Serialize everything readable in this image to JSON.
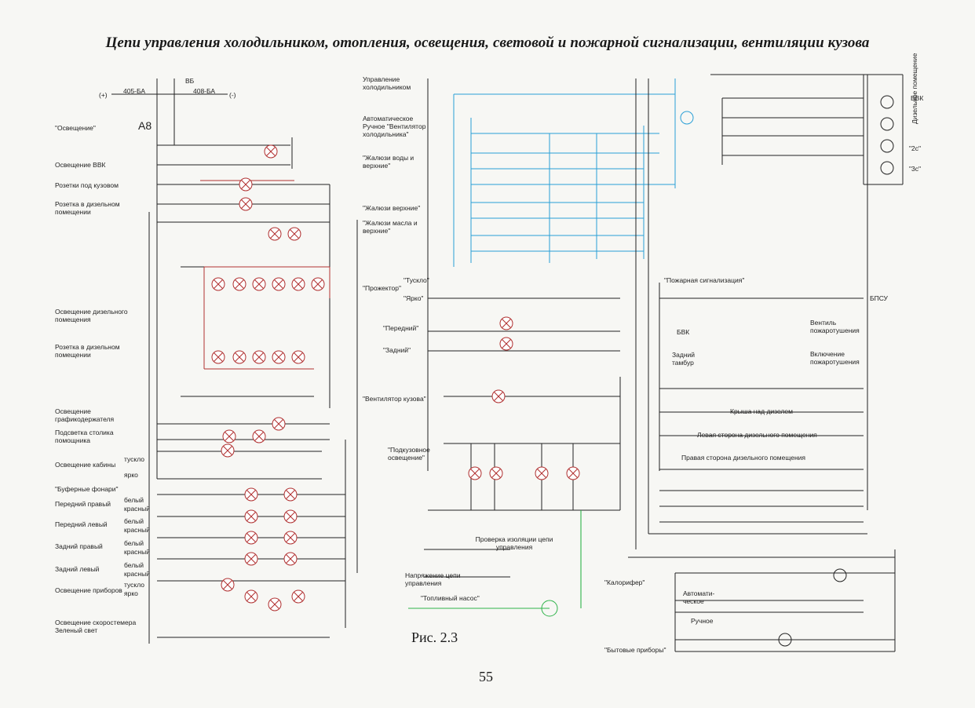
{
  "title": "Цепи управления холодильником, отопления, освещения, световой и пожарной сигнализации, вентиляции кузова",
  "caption": "Рис. 2.3",
  "page_number": "55",
  "left_sections": [
    {
      "id": "osv",
      "text": "\"Освещение\""
    },
    {
      "id": "osvvvk",
      "text": "Освещение ВВК"
    },
    {
      "id": "roz",
      "text": "Розетки под кузовом"
    },
    {
      "id": "rozd",
      "text": "Розетка в дизельном помещении"
    },
    {
      "id": "osvd",
      "text": "Освещение дизельного помещения"
    },
    {
      "id": "rozd2",
      "text": "Розетка в дизельном помещении"
    },
    {
      "id": "osvgr",
      "text": "Освещение графикодержателя"
    },
    {
      "id": "podsv",
      "text": "Подсветка столика помощника"
    },
    {
      "id": "osvkab",
      "text": "Освещение кабины"
    },
    {
      "id": "buf",
      "text": "\"Буферные фонари\""
    },
    {
      "id": "perpr",
      "text": "Передний правый"
    },
    {
      "id": "perlev",
      "text": "Передний левый"
    },
    {
      "id": "zadpr",
      "text": "Задний правый"
    },
    {
      "id": "zadlev",
      "text": "Задний левый"
    },
    {
      "id": "osvpr",
      "text": "Освещение приборов"
    },
    {
      "id": "osvsk",
      "text": "Освещение скоростемера Зеленый свет"
    }
  ],
  "kab_modes": [
    "тускло",
    "ярко"
  ],
  "lamp_modes": [
    "белый",
    "красный"
  ],
  "pr_modes": [
    "тускло",
    "ярко"
  ],
  "mid_sections": [
    {
      "id": "uprh",
      "text": "Управление холодильником"
    },
    {
      "id": "avt",
      "text": "Автоматическое Ручное \"Вентилятор холодильника\""
    },
    {
      "id": "zhv",
      "text": "\"Жалюзи воды и верхние\""
    },
    {
      "id": "zhverh",
      "text": "\"Жалюзи верхние\""
    },
    {
      "id": "zhm",
      "text": "\"Жалюзи масла и верхние\""
    },
    {
      "id": "proj",
      "text": "\"Прожектор\""
    },
    {
      "id": "tusk",
      "text": "\"Тускло\""
    },
    {
      "id": "yark",
      "text": "\"Ярко\""
    },
    {
      "id": "pered",
      "text": "\"Передний\""
    },
    {
      "id": "zadn",
      "text": "\"Задний\""
    },
    {
      "id": "vent",
      "text": "\"Вентилятор кузова\""
    },
    {
      "id": "podk",
      "text": "\"Подкузовное освещение\""
    },
    {
      "id": "prov",
      "text": "Проверка изоляции цепи управления"
    },
    {
      "id": "napr",
      "text": "Напряжение цепи управления"
    },
    {
      "id": "topl",
      "text": "\"Топливный насос\""
    }
  ],
  "right_sections": [
    {
      "id": "pozh",
      "text": "\"Пожарная сигнализация\""
    },
    {
      "id": "bvk",
      "text": "БВК"
    },
    {
      "id": "zadt",
      "text": "Задний тамбур"
    },
    {
      "id": "vent2",
      "text": "Вентиль пожаротушения"
    },
    {
      "id": "vkl",
      "text": "Включение пожаротушения"
    },
    {
      "id": "kr",
      "text": "Крыша над дизелем"
    },
    {
      "id": "lev",
      "text": "Левая сторона дизельного помещения"
    },
    {
      "id": "prav",
      "text": "Правая сторона дизельного помещения"
    },
    {
      "id": "kalor",
      "text": "\"Калорифер\""
    },
    {
      "id": "avt2",
      "text": "Автомати- ческое"
    },
    {
      "id": "ruch",
      "text": "Ручное"
    },
    {
      "id": "byt",
      "text": "\"Бытовые приборы\""
    },
    {
      "id": "dizp",
      "text": "Дизельное помещение"
    }
  ],
  "top_labels": [
    "(+)",
    "405-БА",
    "408-БА",
    "(-)",
    "А8",
    "ВБ"
  ],
  "lamp_codes": [
    "ВВК",
    "\"2с\"",
    "\"3с\"",
    "БПСУ"
  ],
  "colors": {
    "ink": "#1a1a1a",
    "red": "#b03030",
    "blue": "#2a9fd6",
    "green": "#2fb34a",
    "paper": "#f7f7f4"
  }
}
